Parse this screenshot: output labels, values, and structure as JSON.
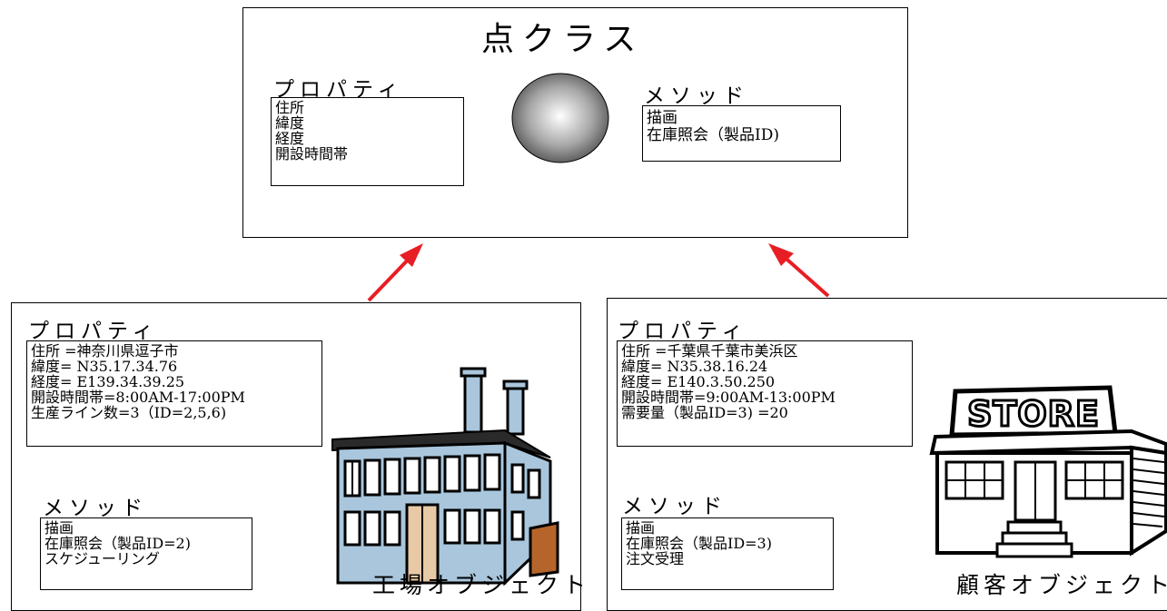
{
  "point_class": {
    "title": "点クラス",
    "properties_heading": "プロパティ",
    "properties": [
      "住所",
      "緯度",
      "経度",
      "開設時間帯"
    ],
    "methods_heading": "メソッド",
    "methods": [
      "描画",
      "在庫照会（製品ID)"
    ]
  },
  "factory": {
    "properties_heading": "プロパティ",
    "properties": [
      "住所 =神奈川県逗子市",
      "緯度= N35.17.34.76",
      "経度= E139.34.39.25",
      "開設時間帯=8:00AM-17:00PM",
      "生産ライン数=3（ID=2,5,6)"
    ],
    "methods_heading": "メソッド",
    "methods": [
      "描画",
      "在庫照会（製品ID=2)",
      "スケジューリング"
    ],
    "label": "工場オブジェクト"
  },
  "customer": {
    "properties_heading": "プロパティ",
    "properties": [
      "住所 =千葉県千葉市美浜区",
      "緯度= N35.38.16.24",
      "経度= E140.3.50.250",
      "開設時間帯=9:00AM-13:00PM",
      "需要量（製品ID=3) =20"
    ],
    "methods_heading": "メソッド",
    "methods": [
      "描画",
      "在庫照会（製品ID=3)",
      "注文受理"
    ],
    "label": "顧客オブジェクト",
    "store_sign": "STORE"
  },
  "colors": {
    "arrow": "#e81e25",
    "building": "#a9c6dc",
    "door": "#e8c9a6",
    "annex": "#b5652c"
  }
}
